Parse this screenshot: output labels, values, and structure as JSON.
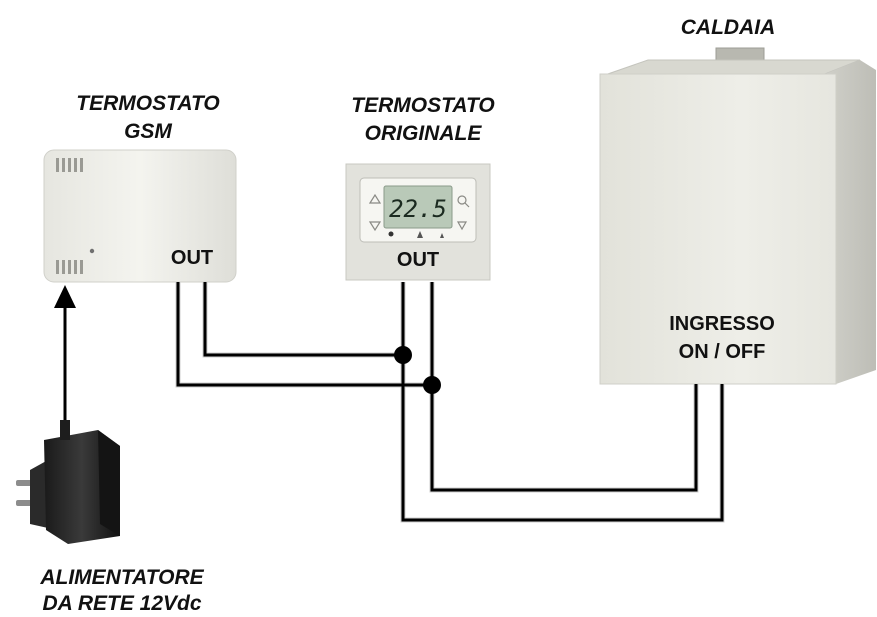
{
  "labels": {
    "gsm_title_1": "TERMOSTATO",
    "gsm_title_2": "GSM",
    "orig_title_1": "TERMOSTATO",
    "orig_title_2": "ORIGINALE",
    "boiler_title": "CALDAIA",
    "gsm_out": "OUT",
    "orig_out": "OUT",
    "boiler_in_1": "INGRESSO",
    "boiler_in_2": "ON / OFF",
    "psu_1": "ALIMENTATORE",
    "psu_2": "DA RETE 12Vdc"
  },
  "thermostat_display": "22.5",
  "colors": {
    "device_body": "#ececE6",
    "wire": "#000000",
    "lcd": "#b9c9b8"
  }
}
